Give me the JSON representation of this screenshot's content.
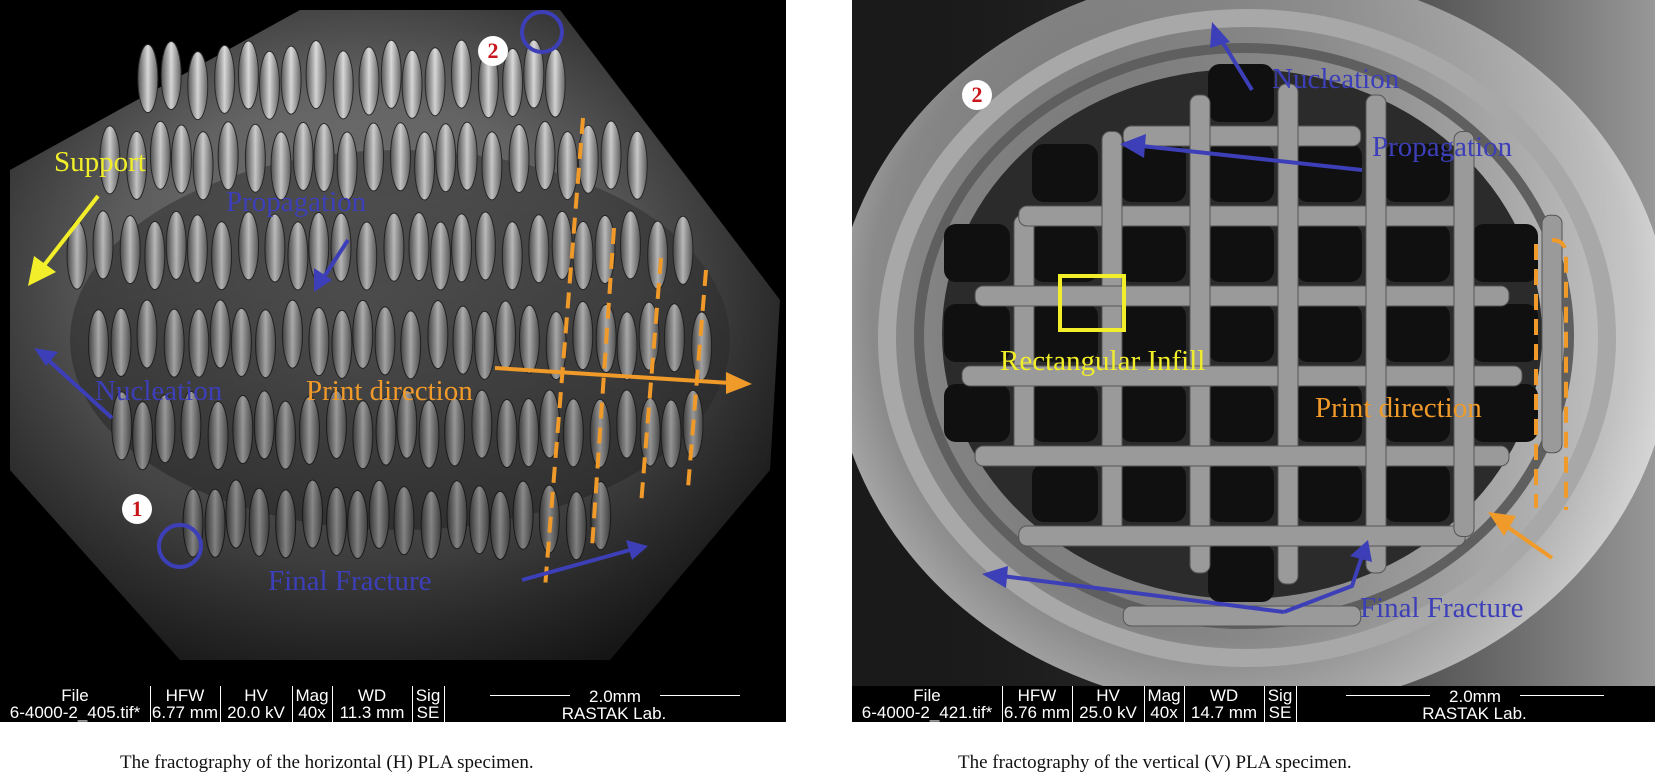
{
  "panels": {
    "horizontal": {
      "labels": {
        "support": "Support",
        "propagation": "Propagation",
        "nucleation": "Nucleation",
        "print_direction": "Print direction",
        "final_fracture": "Final Fracture"
      },
      "badges": {
        "one": "1",
        "two": "2"
      },
      "infobar": {
        "file_h": "File",
        "file_v": "6-4000-2_405.tif*",
        "hfw_h": "HFW",
        "hfw_v": "6.77 mm",
        "hv_h": "HV",
        "hv_v": "20.0 kV",
        "mag_h": "Mag",
        "mag_v": "40x",
        "wd_h": "WD",
        "wd_v": "11.3 mm",
        "sig_h": "Sig",
        "sig_v": "SE",
        "scale": "2.0mm",
        "lab": "RASTAK Lab."
      },
      "caption": "The fractography of the horizontal (H) PLA specimen."
    },
    "vertical": {
      "labels": {
        "nucleation": "Nucleation",
        "propagation": "Propagation",
        "rectangular_infill": "Rectangular Infill",
        "print_direction": "Print direction",
        "final_fracture": "Final Fracture"
      },
      "badges": {
        "two": "2"
      },
      "infobar": {
        "file_h": "File",
        "file_v": "6-4000-2_421.tif*",
        "hfw_h": "HFW",
        "hfw_v": "6.76 mm",
        "hv_h": "HV",
        "hv_v": "25.0 kV",
        "mag_h": "Mag",
        "mag_v": "40x",
        "wd_h": "WD",
        "wd_v": "14.7 mm",
        "sig_h": "Sig",
        "sig_v": "SE",
        "scale": "2.0mm",
        "lab": "RASTAK Lab."
      },
      "caption": "The fractography of the vertical (V) PLA specimen."
    }
  },
  "colors": {
    "annotation_yellow": "#f2ef2a",
    "annotation_blue": "#3d3fb8",
    "annotation_orange": "#f09a2a",
    "badge_red": "#c8161a"
  }
}
